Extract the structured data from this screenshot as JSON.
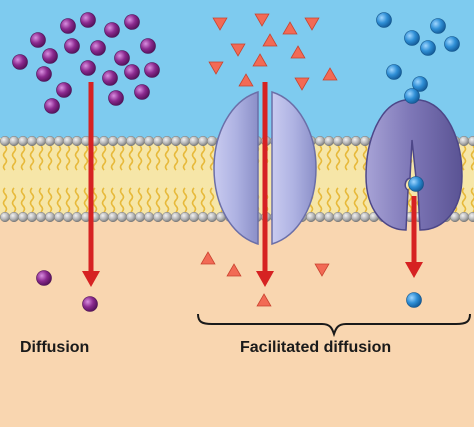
{
  "labels": {
    "diffusion": "Diffusion",
    "facilitated": "Facilitated diffusion"
  },
  "colors": {
    "extracellular": "#7ecbef",
    "cytoplasm": "#f9d6b0",
    "membrane_tail": "#f2d36a",
    "lipid_head": "#b5b5b5",
    "purple_molecule": "#8b2a8f",
    "triangle_molecule": "#f26a55",
    "blue_molecule": "#2f8fd6",
    "channel_protein": "#aeb2e2",
    "carrier_protein": "#7f78b8",
    "arrow": "#d62222"
  },
  "panels": [
    {
      "name": "simple-diffusion",
      "molecule": "purple-sphere",
      "direction": "down"
    },
    {
      "name": "channel-protein",
      "molecule": "orange-triangle",
      "direction": "down"
    },
    {
      "name": "carrier-protein",
      "molecule": "blue-sphere",
      "direction": "down"
    }
  ]
}
